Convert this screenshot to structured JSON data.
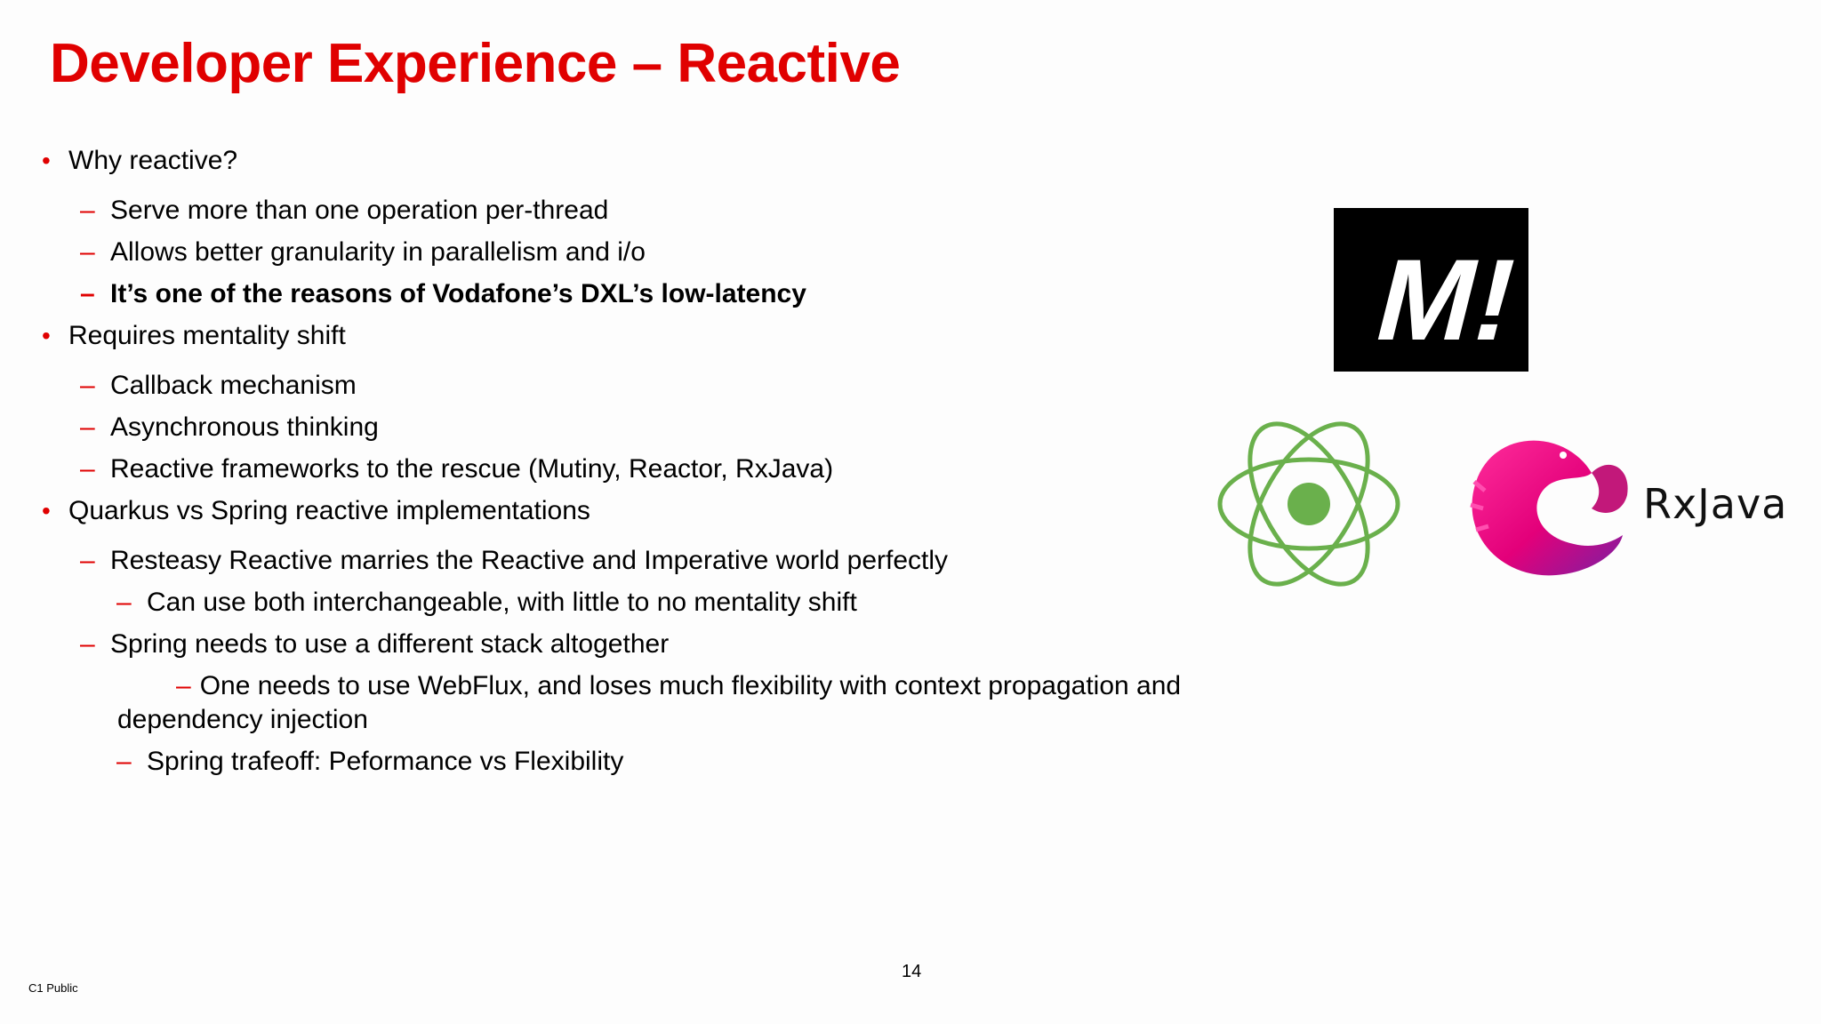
{
  "slide": {
    "title": "Developer Experience – Reactive",
    "page_number": "14",
    "classification": "C1 Public"
  },
  "bullets": [
    {
      "text": "Why reactive?"
    },
    {
      "text": "Serve more than one operation per-thread"
    },
    {
      "text": "Allows better granularity in parallelism and i/o"
    },
    {
      "text": "It’s one of the reasons of Vodafone’s DXL’s low-latency"
    },
    {
      "text": "Requires mentality shift"
    },
    {
      "text": "Callback mechanism"
    },
    {
      "text": "Asynchronous thinking"
    },
    {
      "text": "Reactive frameworks to the rescue (Mutiny, Reactor, RxJava)"
    },
    {
      "text": "Quarkus vs Spring reactive implementations"
    },
    {
      "text": "Resteasy Reactive marries the Reactive and Imperative world perfectly"
    },
    {
      "text": "Can use both interchangeable, with little to no mentality shift"
    },
    {
      "text": "Spring needs to use a different stack altogether"
    },
    {
      "text": "One needs to use WebFlux, and loses much flexibility with context propagation and dependency injection"
    },
    {
      "text": "Spring trafeoff: Peformance vs Flexibility"
    }
  ],
  "markers": {
    "bullet": "•",
    "dash": "–"
  },
  "logos": {
    "mutiny_text": "M!",
    "rxjava_text": "RxJava"
  },
  "colors": {
    "accent": "#e00000",
    "atom_green": "#6ab04c",
    "rx_pink": "#e3007a",
    "rx_purple": "#7b1fa2"
  }
}
